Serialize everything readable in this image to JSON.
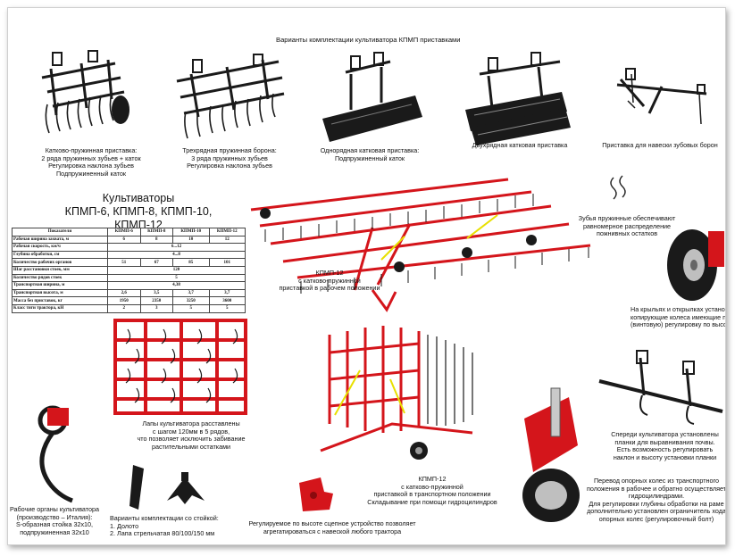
{
  "header": {
    "title": "Варианты комплектации культиватора КПМП приставками"
  },
  "attachments": [
    {
      "lines": [
        "Катково-пружинная приставка:",
        "2 ряда пружинных зубьев + каток",
        "Регулировка наклона зубьев",
        "Подпружиненный каток"
      ]
    },
    {
      "lines": [
        "Трехрядная пружинная борона:",
        "3 ряда пружинных зубьев",
        "Регулировка наклона зубьев"
      ]
    },
    {
      "lines": [
        "Однорядная катковая приставка:",
        "Подпружиненный каток"
      ]
    },
    {
      "lines": [
        "Двухрядная катковая приставка"
      ]
    },
    {
      "lines": [
        "Приставка для навески зубовых борон"
      ]
    }
  ],
  "product": {
    "title_line1": "Культиваторы",
    "title_line2": "КПМП-6, КПМП-8, КПМП-10, КПМП-12"
  },
  "specs_table": {
    "headers": [
      "Показатели",
      "КПМП-6",
      "КПМП-8",
      "КПМП-10",
      "КПМП-12"
    ],
    "rows": [
      {
        "label": "Рабочая ширина захвата, м",
        "values": [
          "6",
          "8",
          "10",
          "12"
        ]
      },
      {
        "label": "Рабочая скорость, км/ч",
        "merged": "6...12"
      },
      {
        "label": "Глубина обработки, см",
        "merged": "4...8"
      },
      {
        "label": "Количество рабочих органов",
        "values": [
          "51",
          "67",
          "85",
          "101"
        ]
      },
      {
        "label": "Шаг расстановки стоек, мм",
        "merged": "120"
      },
      {
        "label": "Количество рядов стоек",
        "merged": "5"
      },
      {
        "label": "Транспортная ширина, м",
        "merged": "4,38"
      },
      {
        "label": "Транспортная высота, м",
        "values": [
          "2,6",
          "3,5",
          "3,7",
          "3,7"
        ]
      },
      {
        "label": "Масса без приставок, кг",
        "values": [
          "1950",
          "2350",
          "3250",
          "3600"
        ]
      },
      {
        "label": "Класс тяги трактора, кН",
        "values": [
          "2",
          "3",
          "5",
          "5"
        ]
      }
    ]
  },
  "captions": {
    "teeth": [
      "Зубья пружинные обеспечивают",
      "равномерное распределение",
      "пожнивных остатков"
    ],
    "working_position": [
      "КПМП-12",
      "с катково-пружинной",
      "приставкой в рабочем положении"
    ],
    "wheels": [
      "На крыльях и открылках установлены",
      "копирующие колеса имеющие плавную",
      "(винтовую) регулировку по высоте"
    ],
    "paws": [
      "Лапы культиватора расставлены",
      "с шагом 120мм в 5 рядов,",
      "что позволяет исключить забивание",
      "растительными остатками"
    ],
    "transport": [
      "КПМП-12",
      "с катково-пружинной",
      "приставкой в транспортном положении",
      "Складывание при помощи гидроцилиндров"
    ],
    "planks": [
      "Спереди культиватора установлены",
      "планки для выравнивания почвы.",
      "Есть возможность регулировать",
      "наклон и высоту установки планки"
    ],
    "working_organs": [
      "Рабочие органы культиватора",
      "(производство – Италия):",
      "S-образная стойка 32х10,",
      "подпружиненная 32х10"
    ],
    "variants": [
      "Варианты комплектации со стойкой:",
      "1. Долото",
      "2. Лапа стрельчатая 80/100/150 мм"
    ],
    "hitch": [
      "Регулируемое по высоте сцепное устройство позволяет",
      "агрегатироваться с навеской любого трактора"
    ],
    "support_wheels": [
      "Перевод опорных колес из транспортного",
      "положения в рабочее и обратно осуществляется",
      "гидроцилиндрами.",
      "Для регулировки глубины обработки на раме",
      "дополнительно установлен ограничитель хода",
      "опорных колес (регулировочный болт)"
    ]
  },
  "colors": {
    "frame_red": "#d4151b",
    "tooth_black": "#1a1a1a",
    "hydraulic_yellow": "#e8e000"
  }
}
